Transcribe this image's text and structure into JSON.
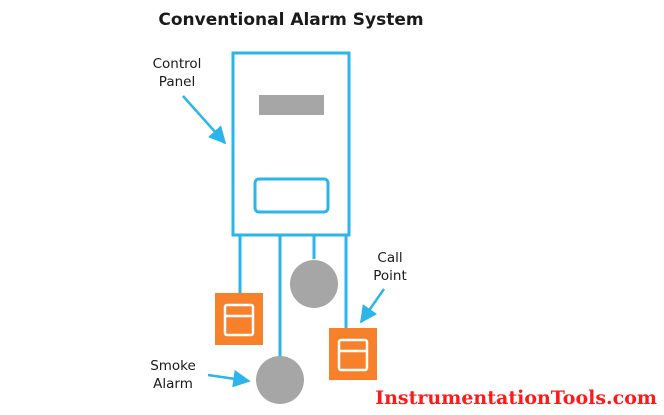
{
  "title": "Conventional Alarm System",
  "labels": {
    "control_panel": [
      "Control",
      "Panel"
    ],
    "call_point": [
      "Call",
      "Point"
    ],
    "smoke_alarm": [
      "Smoke",
      "Alarm"
    ]
  },
  "watermark": "InstrumentationTools.com",
  "colors": {
    "line": "#2bb5ea",
    "device_orange": "#f7802a",
    "device_grey": "#a6a6a6",
    "text": "#1a1a1a",
    "watermark": "#ff1a1a"
  }
}
